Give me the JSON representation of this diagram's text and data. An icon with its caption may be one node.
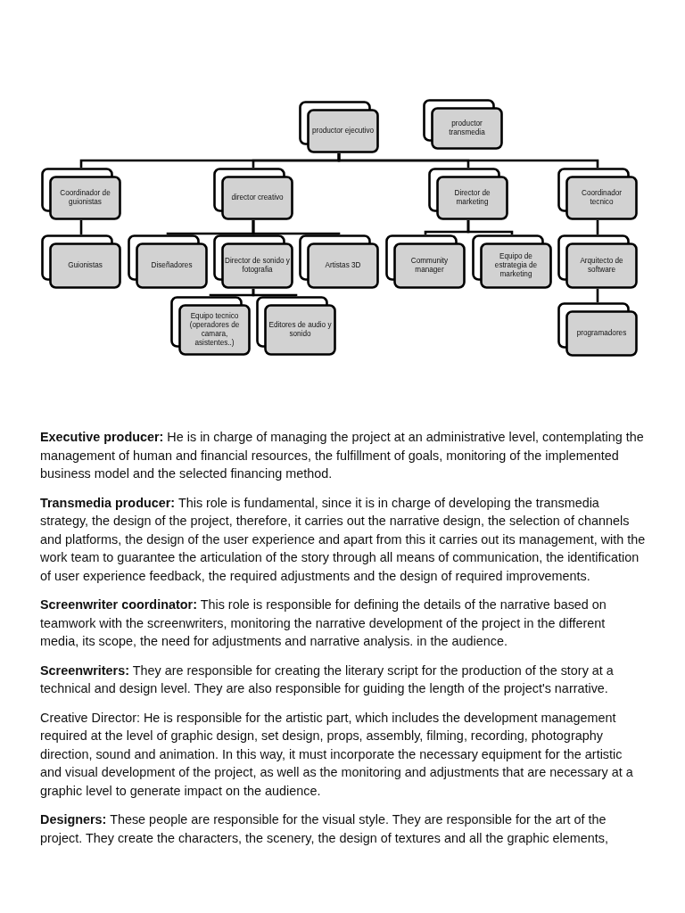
{
  "diagram": {
    "nodes": [
      {
        "text": [
          "productor ejecutivo"
        ]
      },
      {
        "text": [
          "productor transmedia"
        ]
      },
      {
        "text": [
          "Coordinador de guionistas"
        ]
      },
      {
        "text": [
          "director creativo"
        ]
      },
      {
        "text": [
          "Director de marketing"
        ]
      },
      {
        "text": [
          "Coordinador tecnico"
        ]
      },
      {
        "text": [
          "Guionistas"
        ]
      },
      {
        "text": [
          "Diseñadores"
        ]
      },
      {
        "text": [
          "Director de sonido y fotografia"
        ]
      },
      {
        "text": [
          "Artistas 3D"
        ]
      },
      {
        "text": [
          "Community manager"
        ]
      },
      {
        "text": [
          "Equipo de estrategia de marketing"
        ]
      },
      {
        "text": [
          "Arquitecto de software"
        ]
      },
      {
        "text": [
          "Equipo tecnico (operadores de camara, asistentes..)"
        ]
      },
      {
        "text": [
          "Editores de audio y sonido"
        ]
      },
      {
        "text": [
          "programadores"
        ]
      }
    ],
    "edges": [
      {
        "from": 0,
        "to": 2,
        "arrow": "none"
      },
      {
        "from": 0,
        "to": 3,
        "arrow": "none"
      },
      {
        "from": 0,
        "to": 4,
        "arrow": "none"
      },
      {
        "from": 0,
        "to": 5,
        "arrow": "none"
      },
      {
        "from": 2,
        "to": 6,
        "arrow": "none"
      },
      {
        "from": 3,
        "to": 7,
        "arrow": "none"
      },
      {
        "from": 3,
        "to": 8,
        "arrow": "none"
      },
      {
        "from": 3,
        "to": 9,
        "arrow": "none"
      },
      {
        "from": 4,
        "to": 10,
        "arrow": "none"
      },
      {
        "from": 4,
        "to": 11,
        "arrow": "none"
      },
      {
        "from": 5,
        "to": 12,
        "arrow": "none"
      },
      {
        "from": 8,
        "to": 13,
        "arrow": "none"
      },
      {
        "from": 8,
        "to": 14,
        "arrow": "none"
      },
      {
        "from": 12,
        "to": 15,
        "arrow": "none"
      }
    ],
    "labels": [
      "**Executive producer:** He is in charge of managing the project at an administrative level, contemplating the management of human and financial resources, the fulfillment of goals, monitoring of the implemented business model and the selected financing method.",
      "**Transmedia producer:** This role is fundamental, since it is in charge of developing the transmedia strategy, the design of the project, therefore, it carries out the narrative design, the selection of channels and platforms, the design of the user experience and apart from this it carries out its management, with the work team to guarantee the articulation of the story through all means of communication, the identification of user experience feedback, the required adjustments and the design of required improvements.",
      "**Screenwriter coordinator:** This role is responsible for defining the details of the narrative based on teamwork with the screenwriters, monitoring the narrative development of the project in the different media, its scope, the need for adjustments and narrative analysis. in the audience.",
      "**Screenwriters:** They are responsible for creating the literary script for the production of the story at a technical and design level. They are also responsible for guiding the length of the project's narrative.",
      "Creative Director: He is responsible for the artistic part, which includes the development management required at the level of graphic design, set design, props, assembly, filming, recording, photography direction, sound and animation. In this way, it must incorporate the necessary equipment for the artistic and visual development of the project, as well as the monitoring and adjustments that are necessary at a graphic level to generate impact on the audience.",
      "**Designers:** These people are responsible for the visual style. They are responsible for the art of the project. They create the characters, the scenery, the design of textures and all the graphic elements,"
    ]
  }
}
